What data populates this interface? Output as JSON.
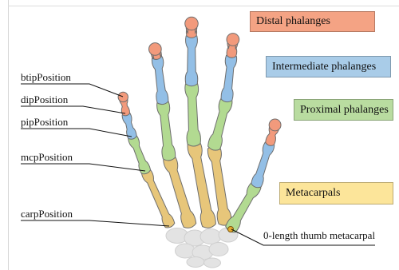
{
  "legend": {
    "distal": {
      "label": "Distal phalanges",
      "color": "#F4A384"
    },
    "intermediate": {
      "label": "Intermediate phalanges",
      "color": "#A9CCE8"
    },
    "proximal": {
      "label": "Proximal phalanges",
      "color": "#B9DCA0"
    },
    "metacarpals": {
      "label": "Metacarpals",
      "color": "#FCE59A"
    }
  },
  "callouts": {
    "btip": "btipPosition",
    "dip": "dipPosition",
    "pip": "pipPosition",
    "mcp": "mcpPosition",
    "carp": "carpPosition",
    "thumb_meta": "0-length thumb metacarpal"
  },
  "bone_colors": {
    "distal": "#F29A7C",
    "intermediate": "#93BFE6",
    "proximal": "#B2DA91",
    "metacarpal": "#E7C67A",
    "carpal": "#E3E3E3",
    "outline": "#6E6E6E"
  }
}
